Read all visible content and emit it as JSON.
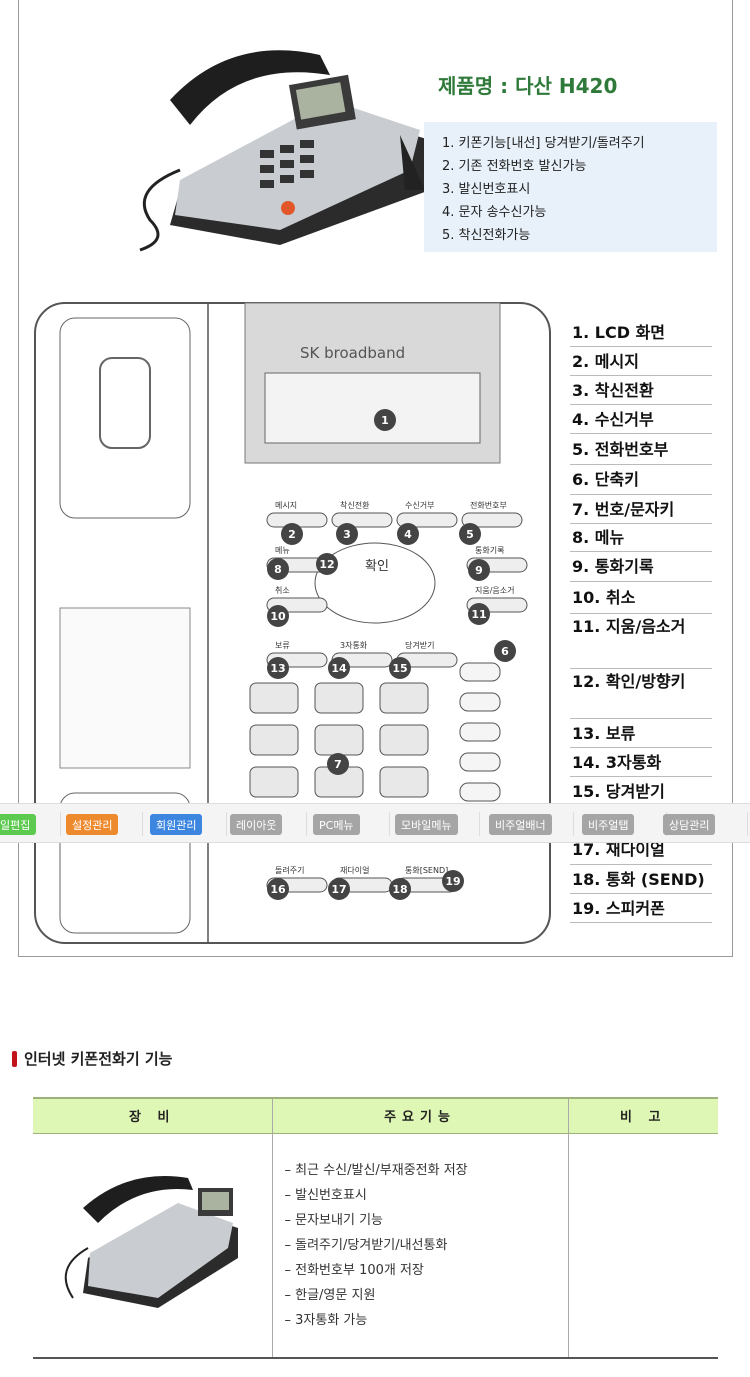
{
  "product": {
    "title": "제품명 : 다산 H420",
    "features": [
      "1. 키폰기능[내선] 당겨받기/돌려주기",
      "2. 기존 전화번호 발신가능",
      "3. 발신번호표시",
      "4. 문자 송수신가능",
      "5. 착신전화가능"
    ]
  },
  "diagram": {
    "brand": "SK broadband",
    "key_labels": [
      "메시지",
      "착신전환",
      "수신거부",
      "전화번호부",
      "메뉴",
      "통화기록",
      "취소",
      "지움/음소거",
      "확인",
      "보류",
      "3자통화",
      "당겨받기",
      "돌려주기",
      "재다이얼",
      "통화[SEND]"
    ],
    "numbers": [
      "1",
      "2",
      "3",
      "4",
      "5",
      "6",
      "7",
      "8",
      "9",
      "10",
      "11",
      "12",
      "13",
      "14",
      "15",
      "16",
      "17",
      "18",
      "19"
    ]
  },
  "legend": [
    "1. LCD 화면",
    "2. 메시지",
    "3. 착신전환",
    "4. 수신거부",
    "5. 전화번호부",
    "6. 단축키",
    "7. 번호/문자키",
    "8. 메뉴",
    "9. 통화기록",
    "10. 취소",
    "11. 지움/음소거",
    "12. 확인/방향키",
    "13. 보류",
    "14. 3자통화",
    "15. 당겨받기",
    "17. 재다이얼",
    "18. 통화 (SEND)",
    "19. 스피커폰"
  ],
  "toolbar": [
    {
      "label": "일편집",
      "color": "#5cc94f"
    },
    {
      "label": "설정관리",
      "color": "#ee8a2e"
    },
    {
      "label": "회원관리",
      "color": "#3d86e0"
    },
    {
      "label": "레이아웃",
      "color": "#a5a5a5"
    },
    {
      "label": "PC메뉴",
      "color": "#a5a5a5"
    },
    {
      "label": "모바일메뉴",
      "color": "#a5a5a5"
    },
    {
      "label": "비주얼배너",
      "color": "#a5a5a5"
    },
    {
      "label": "비주얼탭",
      "color": "#a5a5a5"
    },
    {
      "label": "상담관리",
      "color": "#a5a5a5"
    }
  ],
  "section": {
    "title": "인터넷 키폰전화기 기능"
  },
  "table": {
    "headers": [
      "장 비",
      "주요기능",
      "비 고"
    ],
    "functions": [
      "– 최근 수신/발신/부재중전화 저장",
      "– 발신번호표시",
      "– 문자보내기 기능",
      "– 돌려주기/당겨받기/내선통화",
      "– 전화번호부 100개 저장",
      "– 한글/영문 지원",
      "– 3자통화 가능"
    ],
    "note": ""
  }
}
